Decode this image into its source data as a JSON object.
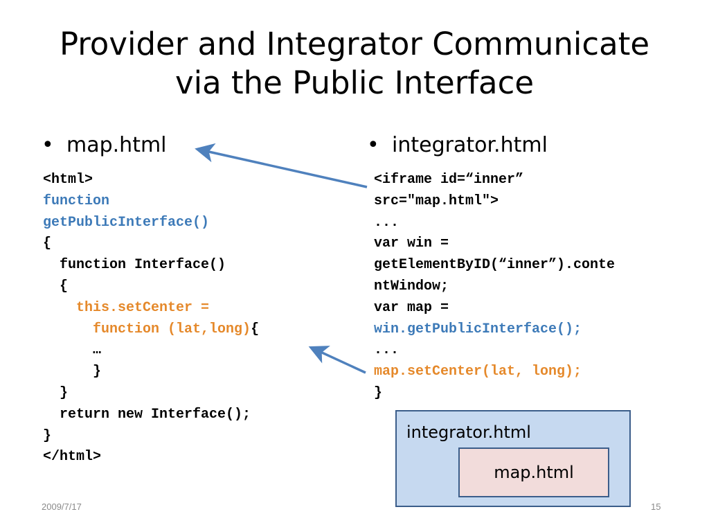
{
  "slide": {
    "title": [
      "Provider and Integrator Communicate",
      "via the Public Interface"
    ],
    "bullets": {
      "left": "map.html",
      "right": "integrator.html"
    },
    "bullet_char": "•",
    "code_left": [
      [
        {
          "t": "<html>",
          "c": "black"
        }
      ],
      [
        {
          "t": "function",
          "c": "blue"
        }
      ],
      [
        {
          "t": "getPublicInterface()",
          "c": "blue"
        }
      ],
      [
        {
          "t": "{",
          "c": "black"
        }
      ],
      [
        {
          "t": "  function Interface()",
          "c": "black"
        }
      ],
      [
        {
          "t": "  {",
          "c": "black"
        }
      ],
      [
        {
          "t": "    this.setCenter =",
          "c": "orange"
        }
      ],
      [
        {
          "t": "      function (lat,long)",
          "c": "orange"
        },
        {
          "t": "{",
          "c": "black"
        }
      ],
      [
        {
          "t": "      …",
          "c": "black"
        }
      ],
      [
        {
          "t": "      }",
          "c": "black"
        }
      ],
      [
        {
          "t": "  }",
          "c": "black"
        }
      ],
      [
        {
          "t": "  return new Interface();",
          "c": "black"
        }
      ],
      [
        {
          "t": "}",
          "c": "black"
        }
      ],
      [
        {
          "t": "</html>",
          "c": "black"
        }
      ]
    ],
    "code_right": [
      [
        {
          "t": "<iframe id=“inner”",
          "c": "black"
        }
      ],
      [
        {
          "t": "src=\"map.html\">",
          "c": "black"
        }
      ],
      [
        {
          "t": "...",
          "c": "black"
        }
      ],
      [
        {
          "t": "var win =",
          "c": "black"
        }
      ],
      [
        {
          "t": "getElementByID(“inner”).conte",
          "c": "black"
        }
      ],
      [
        {
          "t": "ntWindow;",
          "c": "black"
        }
      ],
      [
        {
          "t": "var map =",
          "c": "black"
        }
      ],
      [
        {
          "t": "win.getPublicInterface();",
          "c": "blue"
        }
      ],
      [
        {
          "t": "...",
          "c": "black"
        }
      ],
      [
        {
          "t": "map.setCenter(lat, long);",
          "c": "orange"
        }
      ],
      [
        {
          "t": "}",
          "c": "black"
        }
      ]
    ],
    "diagram": {
      "outer_label": "integrator.html",
      "inner_label": "map.html"
    },
    "footer": {
      "date": "2009/7/17",
      "page": "15"
    },
    "colors": {
      "code_blue": "#3d7ab8",
      "code_orange": "#e5892b",
      "arrow": "#4f81bd",
      "outer_box_fill": "#c6d9f0",
      "inner_box_fill": "#f2dcdb"
    }
  }
}
